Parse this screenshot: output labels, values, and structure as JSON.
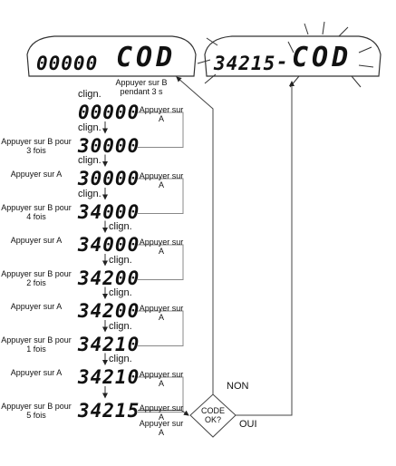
{
  "top": {
    "left_value": "00000",
    "left_code": "COD",
    "right_value": "34215",
    "right_dash": "-",
    "right_code": "COD"
  },
  "rows": [
    {
      "display": "00000",
      "clign": "clign.",
      "left_label": "",
      "right_label": "Appuyer sur A"
    },
    {
      "display": "30000",
      "clign": "clign.",
      "left_label": "Appuyer sur B pour 3 fois",
      "right_label": ""
    },
    {
      "display": "30000",
      "clign": "clign.",
      "left_label": "Appuyer sur A",
      "right_label": "Appuyer sur A"
    },
    {
      "display": "34000",
      "clign": "clign.",
      "left_label": "Appuyer sur B pour 4 fois",
      "right_label": ""
    },
    {
      "display": "34000",
      "clign": "clign.",
      "left_label": "Appuyer sur A",
      "right_label": "Appuyer sur A"
    },
    {
      "display": "34200",
      "clign": "clign.",
      "left_label": "Appuyer sur B pour 2 fois",
      "right_label": ""
    },
    {
      "display": "34200",
      "clign": "clign.",
      "left_label": "Appuyer sur A",
      "right_label": "Appuyer sur A"
    },
    {
      "display": "34210",
      "clign": "clign.",
      "left_label": "Appuyer sur B pour 1 fois",
      "right_label": ""
    },
    {
      "display": "34210",
      "clign": "clign.",
      "left_label": "Appuyer sur A",
      "right_label": "Appuyer sur A"
    },
    {
      "display": "34215",
      "clign": "",
      "left_label": "Appuyer sur B pour 5 fois",
      "right_label": "Appuyer sur A"
    }
  ],
  "start_label": "Appuyer sur B pendant 3 s",
  "bottom_right_label": "Appuyer sur A",
  "decision": {
    "text_line1": "CODE",
    "text_line2": "OK?",
    "no": "NON",
    "yes": "OUI"
  }
}
